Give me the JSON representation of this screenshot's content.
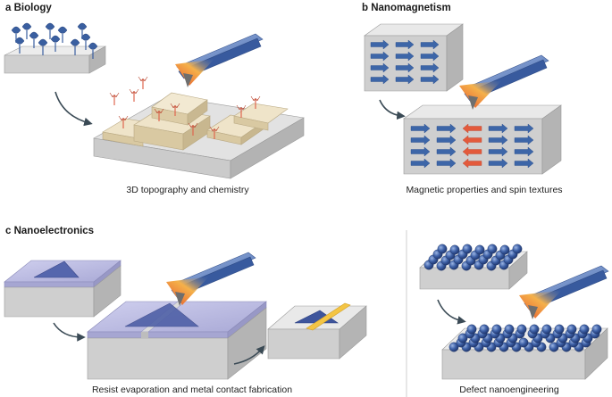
{
  "panels": {
    "a": {
      "letter": "a",
      "title": "Biology",
      "caption": "3D topography and chemistry"
    },
    "b": {
      "letter": "b",
      "title": "Nanomagnetism",
      "caption": "Magnetic properties and spin textures"
    },
    "c": {
      "letter": "c",
      "title": "Nanoelectronics",
      "caption": "Resist evaporation and metal contact fabrication"
    },
    "d": {
      "title": "",
      "caption": "Defect nanoengineering"
    }
  },
  "colors": {
    "block_top": "#ececec",
    "block_front": "#c9c9c9",
    "block_side": "#b3b3b3",
    "terrace": "#e8dcc0",
    "terrace_side": "#cdbd97",
    "molecule": "#3a5fa0",
    "molecule_red": "#e0674f",
    "arrow_blue": "#3d66a8",
    "arrow_red": "#e35a3c",
    "resist": "#b6b6dc",
    "triangle": "#4f60a7",
    "gold": "#f4c544",
    "sphere": "#3c5fa6",
    "tip_blue": "#4f73b8",
    "tip_hot": "#f0923a",
    "connector": "#3a4a55"
  }
}
